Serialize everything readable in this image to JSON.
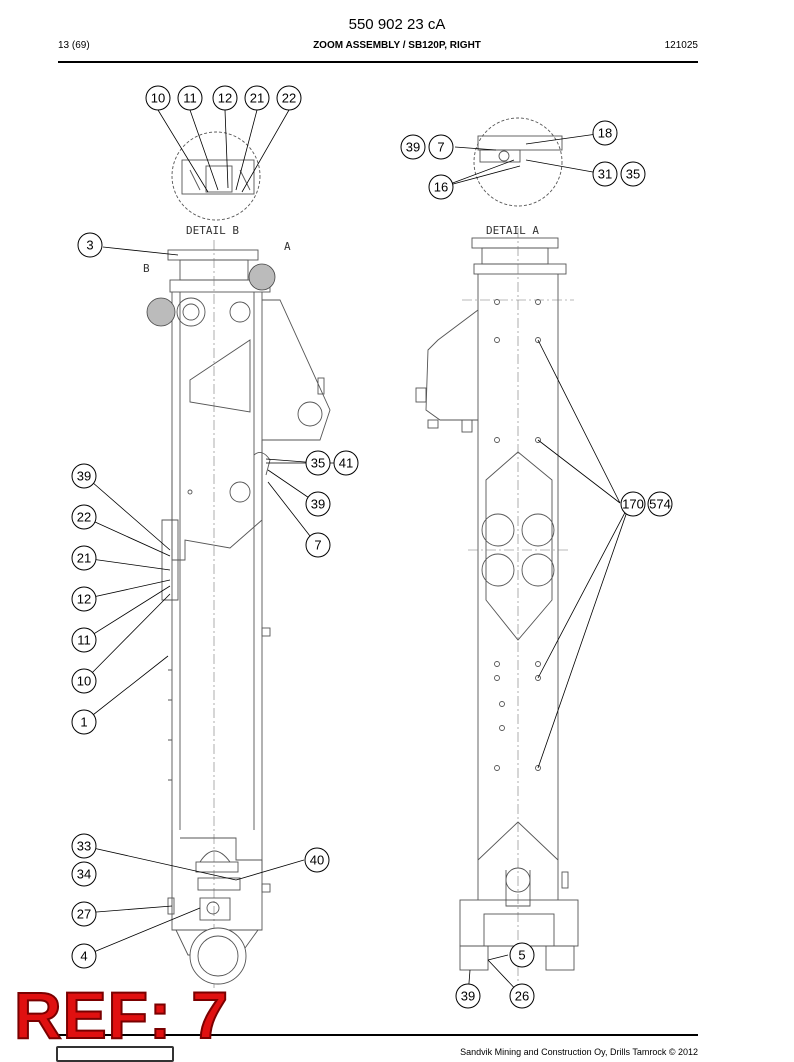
{
  "header": {
    "doc_number": "550 902 23 cA",
    "page_counter": "13 (69)",
    "section_title": "ZOOM ASSEMBLY / SB120P, RIGHT",
    "date_code": "121025"
  },
  "footer": {
    "copyright": "Sandvik Mining and Construction Oy, Drills Tamrock © 2012"
  },
  "stamp": {
    "text": "REF: 7",
    "color": "#e01010"
  },
  "detail_labels": {
    "detail_a": "DETAIL A",
    "detail_b": "DETAIL B",
    "marker_a": "A",
    "marker_b": "B"
  },
  "callouts": [
    "10",
    "11",
    "12",
    "21",
    "22",
    "39",
    "7",
    "18",
    "31",
    "35",
    "16",
    "3",
    "41",
    "39",
    "7",
    "39",
    "22",
    "21",
    "12",
    "11",
    "10",
    "1",
    "170",
    "574",
    "33",
    "34",
    "40",
    "27",
    "4",
    "5",
    "39",
    "26"
  ]
}
